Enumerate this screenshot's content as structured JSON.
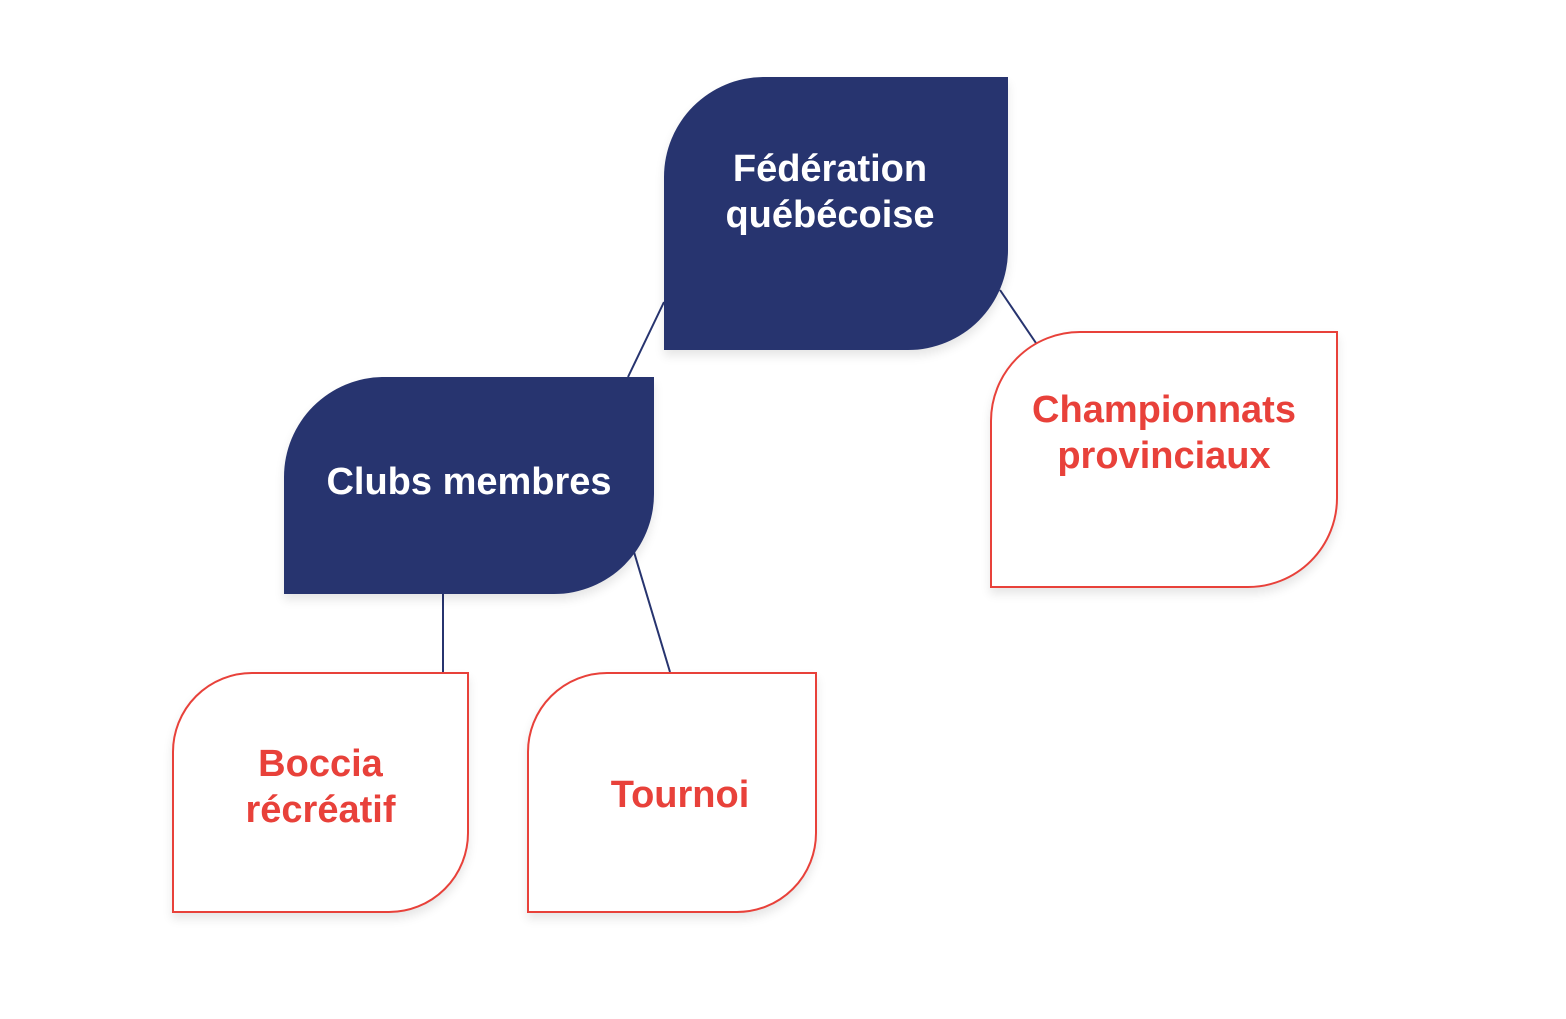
{
  "diagram": {
    "colors": {
      "primary_fill": "#27346f",
      "primary_text": "#ffffff",
      "secondary_border": "#e8413a",
      "secondary_text": "#e8413a",
      "connector": "#27346f",
      "background": "#ffffff"
    },
    "nodes": {
      "federation": {
        "label_line1": "Fédération",
        "label_line2": "québécoise"
      },
      "clubs": {
        "label": "Clubs membres"
      },
      "championnats": {
        "label_line1": "Championnats",
        "label_line2": "provinciaux"
      },
      "boccia": {
        "label_line1": "Boccia",
        "label_line2": "récréatif"
      },
      "tournoi": {
        "label": "Tournoi"
      }
    },
    "edges": [
      {
        "from": "federation",
        "to": "clubs"
      },
      {
        "from": "federation",
        "to": "championnats"
      },
      {
        "from": "clubs",
        "to": "boccia"
      },
      {
        "from": "clubs",
        "to": "tournoi"
      }
    ]
  }
}
